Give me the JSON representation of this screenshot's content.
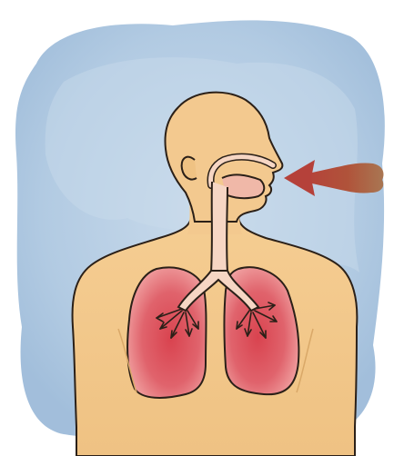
{
  "diagram": {
    "parts": [
      {
        "name": "background-wash",
        "kind": "watercolor"
      },
      {
        "name": "head",
        "kind": "body-part"
      },
      {
        "name": "ear",
        "kind": "body-part"
      },
      {
        "name": "nasal-airway",
        "kind": "airway"
      },
      {
        "name": "mouth-airway",
        "kind": "airway"
      },
      {
        "name": "trachea",
        "kind": "airway"
      },
      {
        "name": "bronchi",
        "kind": "airway"
      },
      {
        "name": "left-lung",
        "kind": "organ"
      },
      {
        "name": "right-lung",
        "kind": "organ"
      },
      {
        "name": "air-inflow-arrow",
        "kind": "indicator"
      }
    ],
    "colors": {
      "background_wash": "#a9c3de",
      "background_light": "#c6d8ea",
      "skin": "#f3c98f",
      "skin_shadow": "#e6b577",
      "outline": "#2b2018",
      "airway": "#f6d6c4",
      "airway_inner": "#f0b8a8",
      "lung_edge": "#e88a8c",
      "lung_core": "#d9434f",
      "arrow_head": "#b5413a",
      "arrow_tail": "#a8683a"
    },
    "icons": {
      "airflow_arrow": "arrow-left-icon",
      "lung_arrows": "arrow-spread-icon"
    }
  }
}
